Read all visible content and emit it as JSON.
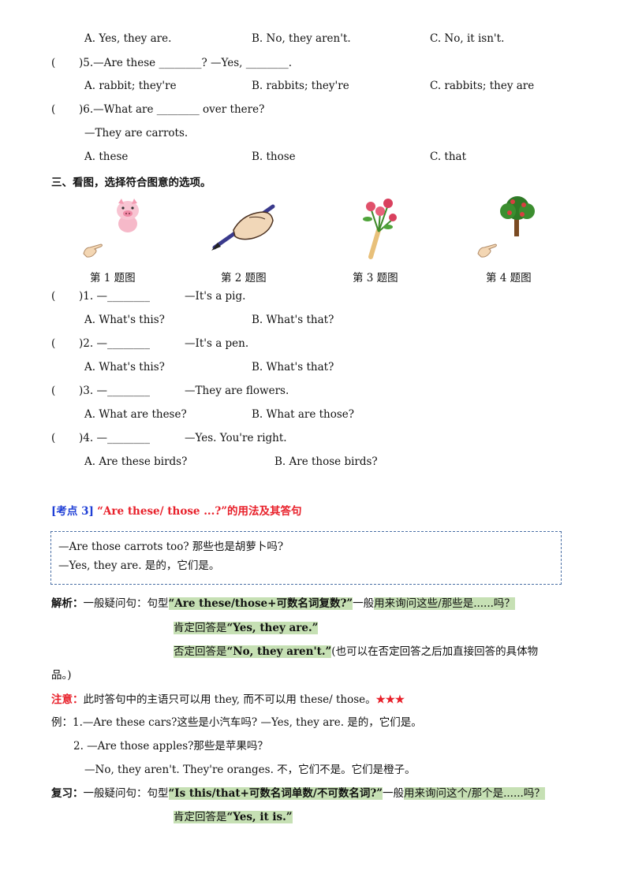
{
  "q4_options": {
    "a": "A. Yes, they are.",
    "b": "B. No, they aren't.",
    "c": "C. No, it isn't."
  },
  "q5": {
    "paren": "(",
    "stem": ")5.—Are these ________? —Yes, ________.",
    "a": "A. rabbit; they're",
    "b": "B. rabbits; they're",
    "c": "C. rabbits; they are"
  },
  "q6": {
    "paren": "(",
    "stem": ")6.—What are ________ over there?",
    "answer": "—They are carrots.",
    "a": "A. these",
    "b": "B. those",
    "c": "C. that"
  },
  "section3": {
    "title": "三、看图，选择符合图意的选项。"
  },
  "captions": [
    "第 1 题图",
    "第 2 题图",
    "第 3 题图",
    "第 4 题图"
  ],
  "pic_questions": [
    {
      "paren": "(",
      "stem": ")1. —________",
      "answer": "—It's a pig.",
      "a": "A. What's this?",
      "b": "B. What's that?"
    },
    {
      "paren": "(",
      "stem": ")2. —________",
      "answer": "—It's a pen.",
      "a": "A. What's this?",
      "b": "B. What's that?"
    },
    {
      "paren": "(",
      "stem": ")3. —________",
      "answer": "—They are flowers.",
      "a": "A. What are these?",
      "b": "B. What are those?"
    },
    {
      "paren": "(",
      "stem": ")4. —________",
      "answer": "—Yes. You're right.",
      "a": "A. Are these birds?",
      "b": "B. Are those birds?"
    }
  ],
  "kaodian": {
    "tag": "[考点 3]",
    "title": "“Are these/ those ...?”的用法及其答句"
  },
  "example_box": {
    "line1": "—Are those carrots too? 那些也是胡萝卜吗?",
    "line2": "—Yes, they are. 是的，它们是。"
  },
  "analysis": {
    "label": "解析：",
    "intro": "一般疑问句：句型",
    "pattern": "“Are these/those+可数名词复数?”",
    "usage_pre": "一般",
    "usage": "用来询问这些/那些是......吗？",
    "pos_label": "肯定回答是",
    "pos_answer": "“Yes, they are.”",
    "neg_label": "否定回答是",
    "neg_answer": "“No, they aren't.”",
    "neg_note": "(也可以在否定回答之后加直接回答的具体物",
    "neg_note2": "品。)"
  },
  "note": {
    "label": "注意：",
    "text": "此时答句中的主语只可以用 they, 而不可以用 these/ those。",
    "stars": "★★★"
  },
  "examples": {
    "l1": "例：1.—Are these cars?这些是小汽车吗? —Yes, they are. 是的，它们是。",
    "l2": "2. —Are those apples?那些是苹果吗？",
    "l3": "—No, they aren't. They're oranges. 不，它们不是。它们是橙子。"
  },
  "review": {
    "label": "复习：",
    "intro": "一般疑问句：句型",
    "pattern": "“Is this/that+可数名词单数/不可数名词?”",
    "usage_pre": "一般",
    "usage": "用来询问这个/那个是......吗？",
    "pos_label": "肯定回答是",
    "pos_answer": "“Yes, it is.”"
  },
  "colors": {
    "red": "#e8202a",
    "blue": "#1f3fd6",
    "highlight": "#c6e0b4",
    "box_border": "#4a6fa5"
  }
}
